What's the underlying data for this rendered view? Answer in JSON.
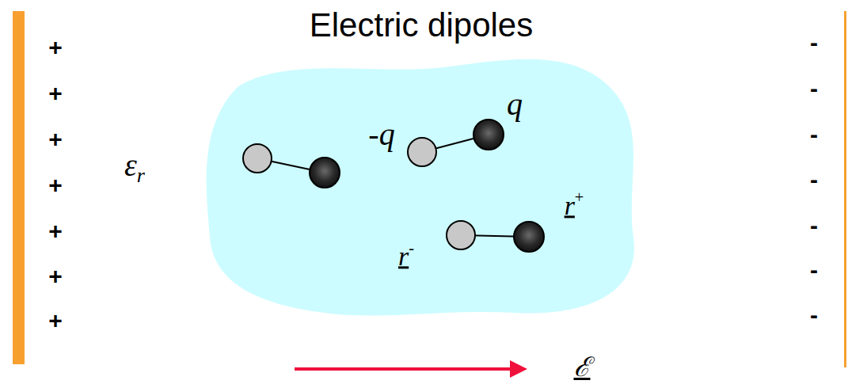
{
  "diagram": {
    "title": "Electric dipoles",
    "labels": [
      "+",
      "+",
      "+",
      "+",
      "+",
      "+",
      "+",
      "εr",
      "-q",
      "q",
      "r+",
      "r-",
      "-",
      "-",
      "-",
      "-",
      "-",
      "-",
      "-",
      "ℰ"
    ]
  }
}
